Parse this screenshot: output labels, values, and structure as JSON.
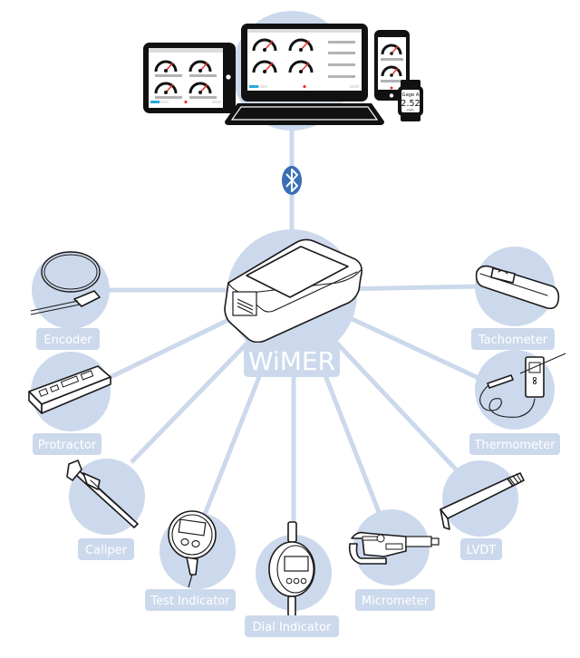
{
  "title": "WiMER wireless measurement system diagram",
  "hub": {
    "name": "WiMER",
    "connection_icon": "bluetooth-icon"
  },
  "clients": {
    "devices": [
      "tablet",
      "laptop",
      "phone",
      "smartwatch"
    ],
    "watch": {
      "gage_name": "Gage A",
      "reading": "2.52",
      "unit": "mm"
    }
  },
  "instruments": [
    {
      "id": "encoder",
      "label": "Encoder"
    },
    {
      "id": "protractor",
      "label": "Protractor"
    },
    {
      "id": "caliper",
      "label": "Caliper"
    },
    {
      "id": "test-indicator",
      "label": "Test Indicator"
    },
    {
      "id": "dial-indicator",
      "label": "Dial Indicator"
    },
    {
      "id": "micrometer",
      "label": "Micrometer"
    },
    {
      "id": "lvdt",
      "label": "LVDT"
    },
    {
      "id": "thermometer",
      "label": "Thermometer"
    },
    {
      "id": "tachometer",
      "label": "Tachometer"
    }
  ],
  "colors": {
    "accent_light": "#ccd9ec",
    "bluetooth_blue": "#3a6fb5",
    "gauge_needle": "#e8322a",
    "progress_blue": "#29a8e0",
    "ink": "#111111"
  }
}
